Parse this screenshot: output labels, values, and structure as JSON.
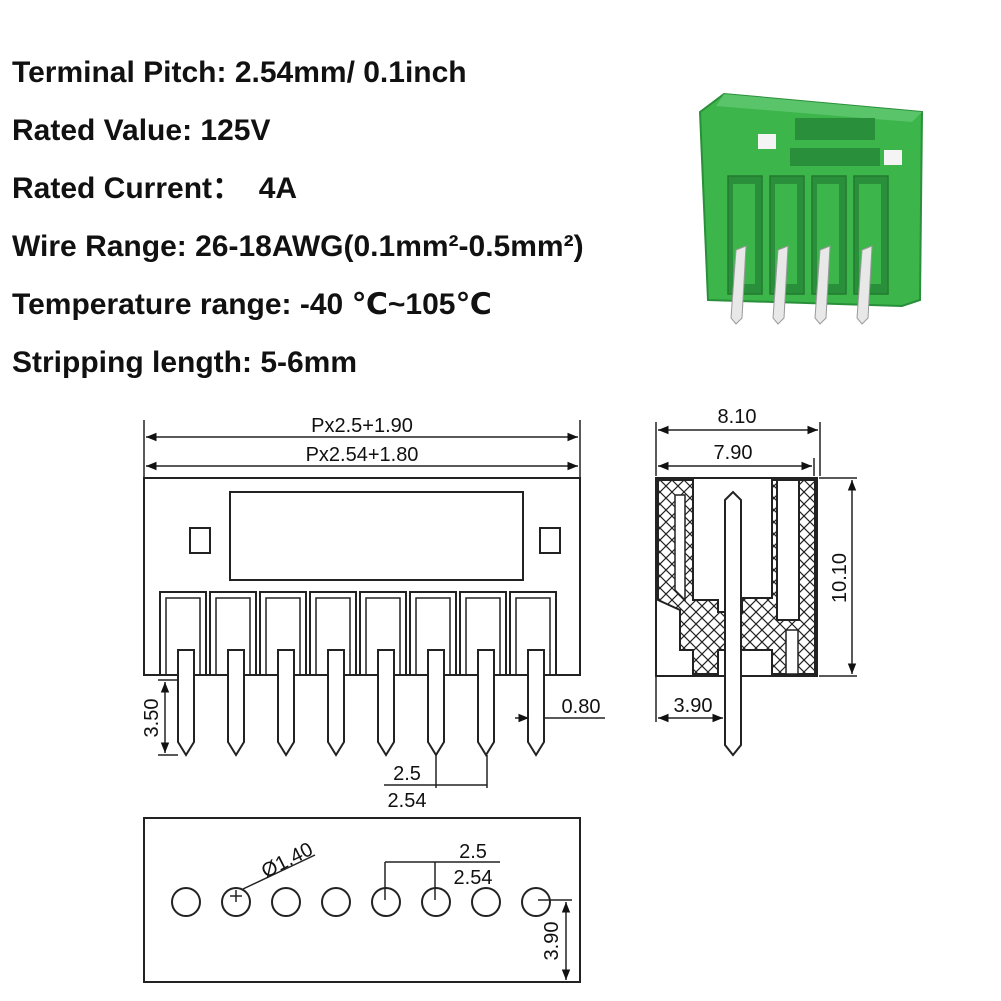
{
  "specs": [
    {
      "label": "Terminal Pitch:",
      "value": "2.54mm/ 0.1inch",
      "sep": " "
    },
    {
      "label": "Rated Value:",
      "value": "125V",
      "sep": " "
    },
    {
      "label": "Rated Current",
      "value": "4A",
      "sep": "：  "
    },
    {
      "label": "Wire Range:",
      "value": "26-18AWG(0.1mm²-0.5mm²)",
      "sep": " "
    },
    {
      "label": "Temperature range:",
      "value": "-40 ℃~105℃",
      "sep": " "
    },
    {
      "label": "Stripping length:",
      "value": "5-6mm",
      "sep": " "
    }
  ],
  "product_photo": {
    "body_color": "#3cb54a",
    "shade_color": "#2a8f3a",
    "pin_color": "#e8e8e8",
    "pin_count": 4
  },
  "front_view": {
    "dim_width_1": "Px2.5+1.90",
    "dim_width_2": "Px2.54+1.80",
    "dim_pin_length": "3.50",
    "dim_pin_width": "0.80",
    "dim_pitch_1": "2.5",
    "dim_pitch_2": "2.54",
    "pin_count": 8
  },
  "side_view": {
    "dim_width_outer": "8.10",
    "dim_width_inner": "7.90",
    "dim_height": "10.10",
    "dim_pin_offset": "3.90"
  },
  "pcb_view": {
    "dim_hole_diameter": "Ø1.40",
    "dim_pitch_1": "2.5",
    "dim_pitch_2": "2.54",
    "dim_edge": "3.90",
    "hole_count": 8
  }
}
